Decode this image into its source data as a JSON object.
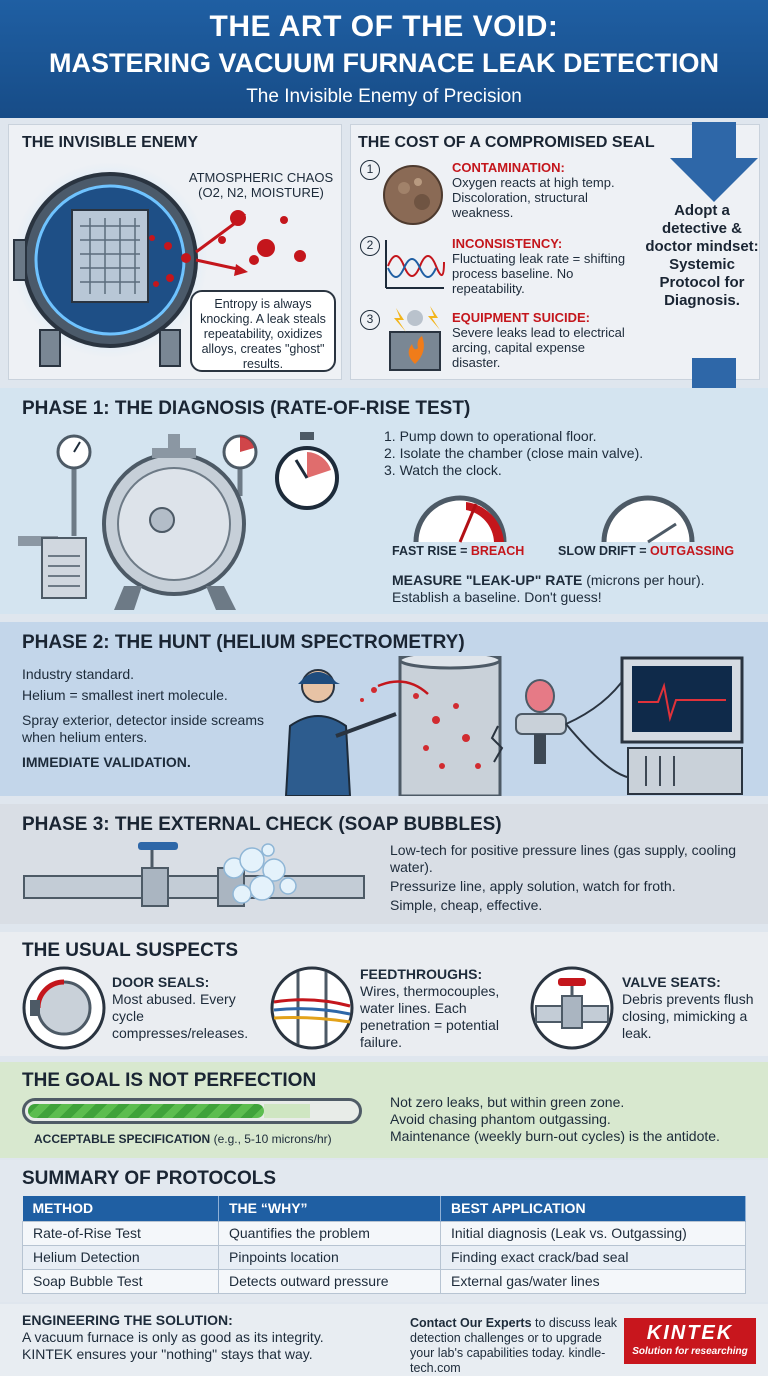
{
  "header": {
    "title_line1": "THE ART OF THE VOID:",
    "title_line2": "MASTERING VACUUM FURNACE LEAK DETECTION",
    "subtitle": "The Invisible Enemy of Precision"
  },
  "enemy": {
    "title": "THE INVISIBLE ENEMY",
    "chaos_line1": "ATMOSPHERIC CHAOS",
    "chaos_line2": "(O2, N2, MOISTURE)",
    "bubble": "Entropy is always knocking. A leak steals repeatability, oxidizes alloys, creates \"ghost\" results."
  },
  "cost": {
    "title": "THE COST OF A COMPROMISED SEAL",
    "items": [
      {
        "num": "1",
        "head": "CONTAMINATION:",
        "body": "Oxygen reacts at high temp. Discoloration, structural weakness."
      },
      {
        "num": "2",
        "head": "INCONSISTENCY:",
        "body": "Fluctuating leak rate = shifting process baseline. No repeatability."
      },
      {
        "num": "3",
        "head": "EQUIPMENT SUICIDE:",
        "body": "Severe leaks lead to electrical arcing, capital expense disaster."
      }
    ],
    "mindset": "Adopt a detective & doctor mindset: Systemic Protocol for Diagnosis."
  },
  "phase1": {
    "title": "PHASE 1: THE DIAGNOSIS (RATE-OF-RISE TEST)",
    "steps": [
      "1. Pump down to operational floor.",
      "2. Isolate the chamber (close main valve).",
      "3. Watch the clock."
    ],
    "fast_label": "FAST RISE = ",
    "fast_value": "BREACH",
    "slow_label": "SLOW DRIFT = ",
    "slow_value": "OUTGASSING",
    "measure_bold": "MEASURE \"LEAK-UP\" RATE",
    "measure_rest": " (microns per hour).",
    "baseline": "Establish a baseline. Don't guess!"
  },
  "phase2": {
    "title": "PHASE 2: THE HUNT (HELIUM SPECTROMETRY)",
    "line1": "Industry standard.",
    "line2": "Helium = smallest inert molecule.",
    "line3": "Spray exterior, detector inside screams when helium enters.",
    "line4": "IMMEDIATE VALIDATION."
  },
  "phase3": {
    "title": "PHASE 3: THE EXTERNAL CHECK (SOAP BUBBLES)",
    "line1": "Low-tech for positive pressure lines (gas supply, cooling water).",
    "line2": "Pressurize line, apply solution, watch for froth.",
    "line3": "Simple, cheap, effective."
  },
  "suspects": {
    "title": "THE USUAL SUSPECTS",
    "items": [
      {
        "head": "DOOR SEALS:",
        "body": "Most abused. Every cycle compresses/releases."
      },
      {
        "head": "FEEDTHROUGHS:",
        "body": "Wires, thermocouples, water lines. Each penetration = potential failure."
      },
      {
        "head": "VALVE SEATS:",
        "body": "Debris prevents flush closing, mimicking a leak."
      }
    ]
  },
  "goal": {
    "title": "THE GOAL IS NOT PERFECTION",
    "bar_label": "ACCEPTABLE SPECIFICATION",
    "bar_label_paren": " (e.g., 5-10 microns/hr)",
    "bar_fill_fraction": 0.72,
    "lines": [
      "Not zero leaks, but within green zone.",
      "Avoid chasing phantom outgassing.",
      "Maintenance (weekly burn-out cycles) is the antidote."
    ]
  },
  "summary": {
    "title": "SUMMARY OF PROTOCOLS",
    "headers": [
      "METHOD",
      "THE “WHY”",
      "BEST APPLICATION"
    ],
    "rows": [
      [
        "Rate-of-Rise Test",
        "Quantifies the problem",
        "Initial diagnosis (Leak vs. Outgassing)"
      ],
      [
        "Helium Detection",
        "Pinpoints location",
        "Finding exact crack/bad seal"
      ],
      [
        "Soap Bubble Test",
        "Detects outward pressure",
        "External gas/water lines"
      ]
    ]
  },
  "footer": {
    "title": "ENGINEERING THE SOLUTION:",
    "line1": "A vacuum furnace is only as good as its integrity.",
    "line2": "KINTEK ensures your \"nothing\" stays that way.",
    "contact_bold": "Contact Our Experts",
    "contact_rest": " to discuss leak detection challenges or to upgrade your lab's capabilities today. ",
    "url": "kindle-tech.com",
    "logo": "KINTEK",
    "tagline": "Solution for researching"
  },
  "colors": {
    "brand_blue": "#1f5fa3",
    "brand_red": "#c8161d",
    "alert_red": "#c4161c",
    "green": "#3fa23a"
  }
}
